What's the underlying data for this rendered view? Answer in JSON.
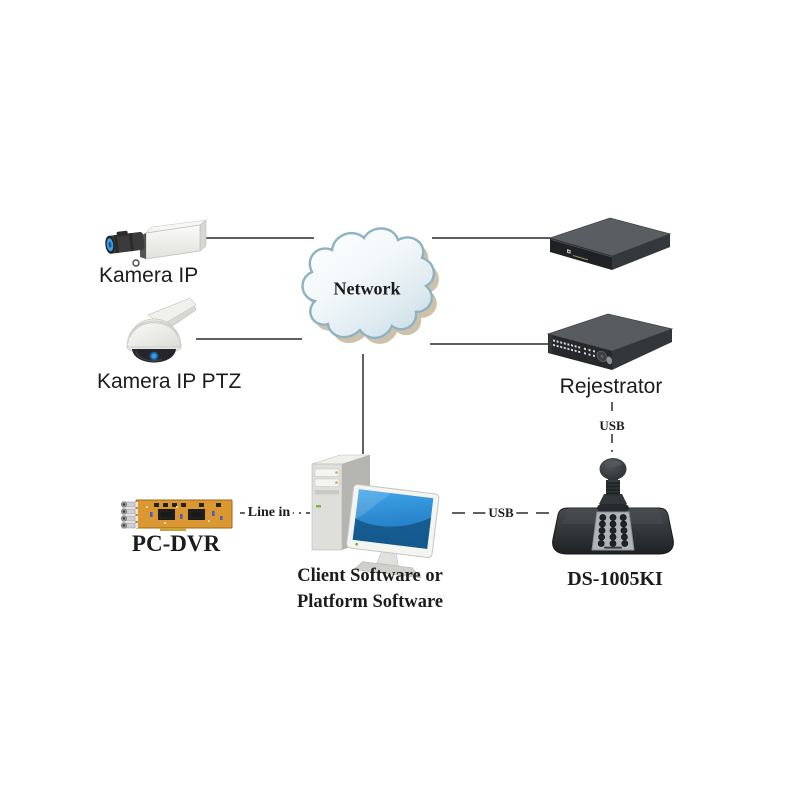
{
  "nodes": {
    "kamera_ip": {
      "label": "Kamera IP"
    },
    "kamera_ip_ptz": {
      "label": "Kamera IP PTZ"
    },
    "network_cloud": {
      "label": "Network"
    },
    "rejestrator": {
      "label": "Rejestrator"
    },
    "pc_dvr_card": {
      "label": "PC-DVR"
    },
    "client_pc": {
      "label_line1": "Client Software or",
      "label_line2": "Platform Software"
    },
    "ds_1005ki": {
      "label": "DS-1005KI"
    }
  },
  "edges": {
    "rejestrator_to_keyboard": {
      "label": "USB"
    },
    "pc_to_keyboard": {
      "label": "USB"
    },
    "pcdvr_to_pc": {
      "label": "Line in"
    }
  },
  "icons": {
    "kamera_ip": "box-camera-illustration",
    "kamera_ip_ptz": "ptz-dome-camera-illustration",
    "network_cloud": "cloud-shape",
    "nvr_box": "black-box-device-illustration",
    "rejestrator": "dvr-front-panel-illustration",
    "pc_dvr_card": "capture-card-illustration",
    "client_pc": "desktop-computer-illustration",
    "ds_1005ki": "joystick-keyboard-illustration"
  },
  "colors": {
    "connector_line": "#606060",
    "label_text": "#1c1c1c",
    "cloud_outline": "#8db3c2",
    "cloud_shadow": "#c4b69b",
    "monitor_screen_blue": "#2a93dd",
    "pcb_orange": "#db9730",
    "device_dark": "#26282b",
    "device_gray": "#5a5e62"
  }
}
